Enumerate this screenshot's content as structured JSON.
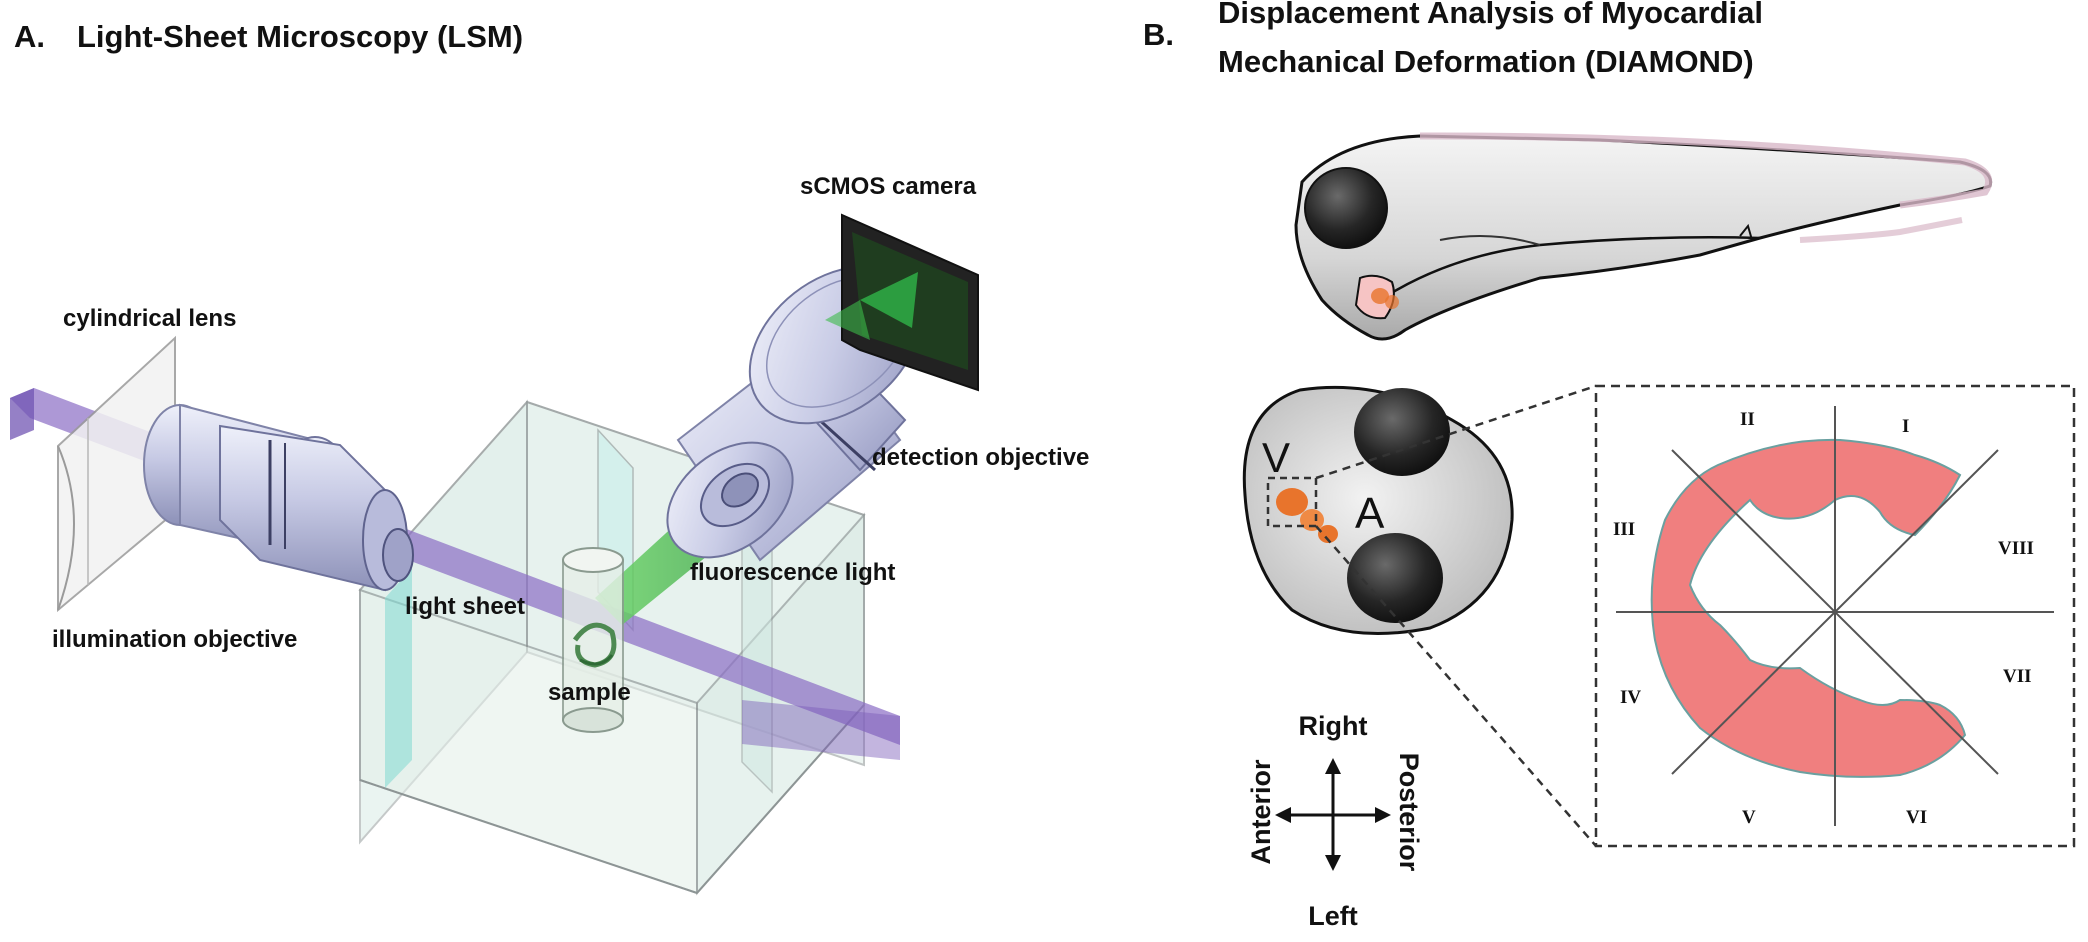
{
  "panel_a": {
    "letter": "A.",
    "title": "Light-Sheet Microscopy (LSM)",
    "labels": {
      "camera": "sCMOS camera",
      "cyl_lens": "cylindrical lens",
      "detection": "detection objective",
      "fluorescence": "fluorescence light",
      "light_sheet": "light sheet",
      "illumination": "illumination objective",
      "sample": "sample"
    }
  },
  "panel_b": {
    "letter": "B.",
    "title_line1": "Displacement Analysis of Myocardial",
    "title_line2": "Mechanical Deformation (DIAMOND)",
    "heart_labels": {
      "ventricle": "V",
      "atrium": "A"
    },
    "directions": {
      "right": "Right",
      "left": "Left",
      "anterior": "Anterior",
      "posterior": "Posterior"
    },
    "sectors": [
      "I",
      "II",
      "III",
      "IV",
      "V",
      "VI",
      "VII",
      "VIII"
    ]
  },
  "colors": {
    "beam": "#8a6cc4",
    "lens_body": "#c9cce6",
    "fluorescence": "#3cba4a",
    "myocardium": "#f07f7f",
    "heart_orange": "#e8742c",
    "camera_screen": "#1f3d1f"
  }
}
